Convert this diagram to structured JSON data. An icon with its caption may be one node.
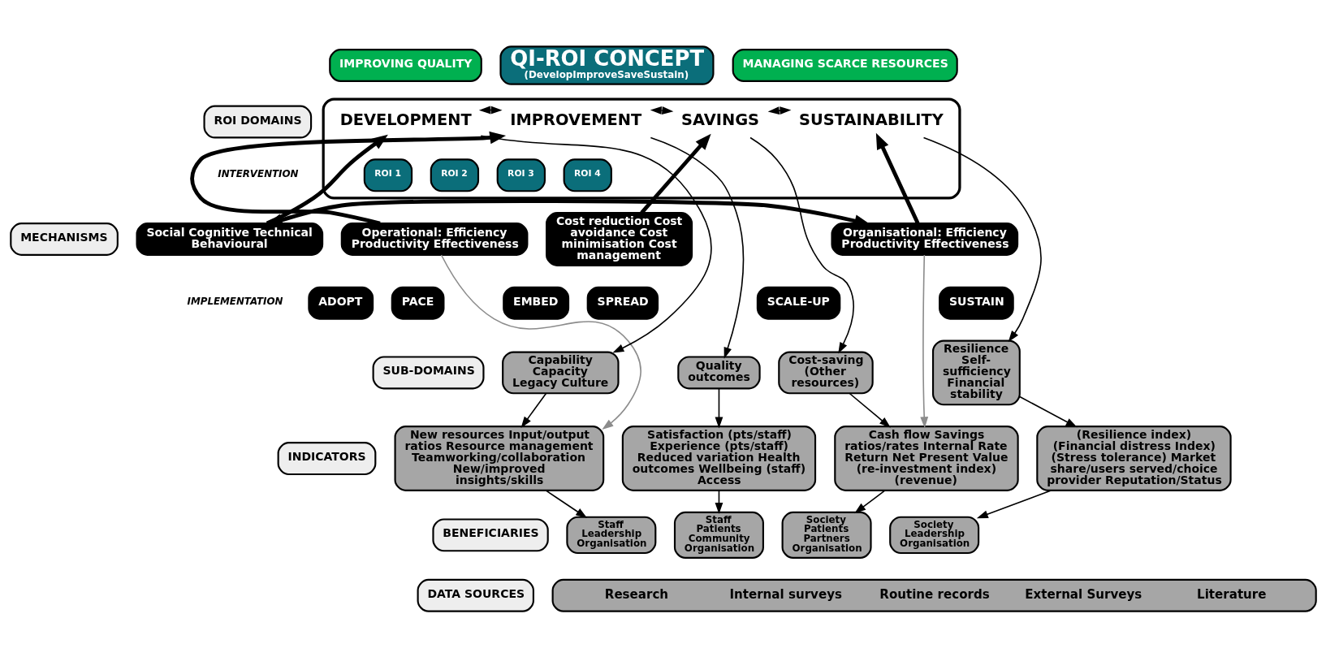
{
  "diagram": {
    "nodes": [
      {
        "text": [
          "QI-ROI CONCEPT",
          "(DevelopImproveSaveSustain)"
        ]
      },
      {
        "text": [
          "IMPROVING QUALITY"
        ]
      },
      {
        "text": [
          "MANAGING SCARCE RESOURCES"
        ]
      },
      {
        "text": [
          "ROI DOMAINS"
        ]
      },
      {
        "text": [
          "MECHANISMS"
        ]
      },
      {
        "text": [
          "SUB-DOMAINS"
        ]
      },
      {
        "text": [
          "INDICATORS"
        ]
      },
      {
        "text": [
          "BENEFICIARIES"
        ]
      },
      {
        "text": [
          "DATA SOURCES"
        ]
      },
      {
        "text": [],
        "shape": "box"
      },
      {
        "text": [
          "DEVELOPMENT"
        ],
        "in": 9
      },
      {
        "text": [
          "ROI 1"
        ],
        "in": 9
      },
      {
        "text": [
          "IMPROVEMENT"
        ],
        "in": 9
      },
      {
        "text": [
          "ROI 2"
        ],
        "in": 9
      },
      {
        "text": [
          "SAVINGS"
        ],
        "in": 9
      },
      {
        "text": [
          "ROI 3"
        ],
        "in": 9
      },
      {
        "text": [
          "SUSTAINABILITY"
        ],
        "in": 9
      },
      {
        "text": [
          "ROI 4"
        ],
        "in": 9
      },
      {
        "text": [
          "Social Cognitive Technical Behavioural"
        ]
      },
      {
        "text": [
          "Operational: Efficiency Productivity Effectiveness"
        ]
      },
      {
        "text": [
          "Cost reduction Cost avoidance Cost minimisation Cost management"
        ]
      },
      {
        "text": [
          "Organisational: Efficiency Productivity Effectiveness"
        ]
      },
      {
        "text": [
          "ADOPT"
        ]
      },
      {
        "text": [
          "PACE"
        ]
      },
      {
        "text": [
          "EMBED"
        ]
      },
      {
        "text": [
          "SPREAD"
        ]
      },
      {
        "text": [
          "SCALE-UP"
        ]
      },
      {
        "text": [
          "SUSTAIN"
        ]
      },
      {
        "text": [
          "Capability Capacity Legacy Culture"
        ]
      },
      {
        "text": [
          "Quality outcomes"
        ]
      },
      {
        "text": [
          "Cost-saving (Other resources)"
        ]
      },
      {
        "text": [
          "Resilience Self-sufficiency Financial stability"
        ]
      },
      {
        "text": [
          "New resources Input/output ratios Resource management Teamworking/collaboration New/improved insights/skills"
        ]
      },
      {
        "text": [
          "Satisfaction (pts/staff) Experience (pts/staff) Reduced variation Health outcomes Wellbeing (staff) Access"
        ]
      },
      {
        "text": [
          "Cash flow Savings ratios/rates Internal Rate Return Net Present Value (re-investment index) (revenue)"
        ]
      },
      {
        "text": [
          "(Resilience index) (Financial distress Index) (Stress tolerance) Market share/users served/choice provider Reputation/Status"
        ]
      },
      {
        "text": [
          "Staff Leadership Organisation"
        ]
      },
      {
        "text": [
          "Staff Patients Community Organisation"
        ]
      },
      {
        "text": [
          "Society Patients Partners Organisation"
        ]
      },
      {
        "text": [
          "Society Leadership Organisation"
        ]
      },
      {
        "text": [
          "Research",
          "Internal surveys",
          "Routine records",
          "External Surveys",
          "Literature"
        ]
      }
    ],
    "edges": [
      {
        "from": 10,
        "to": 12,
        "arrow": "both"
      },
      {
        "from": 12,
        "to": 14,
        "arrow": "both"
      },
      {
        "from": 14,
        "to": 16,
        "arrow": "both"
      },
      {
        "from": 18,
        "to": 10,
        "arrow": "to",
        "style": "thick"
      },
      {
        "from": 19,
        "to": 12,
        "arrow": "to",
        "style": "thick"
      },
      {
        "from": 20,
        "to": 14,
        "arrow": "to",
        "style": "thick"
      },
      {
        "from": 21,
        "to": 16,
        "arrow": "to",
        "style": "thick"
      },
      {
        "from": 18,
        "to": 21,
        "arrow": "both",
        "style": "thick"
      },
      {
        "from": 10,
        "to": 28,
        "arrow": "to"
      },
      {
        "from": 12,
        "to": 29,
        "arrow": "to"
      },
      {
        "from": 14,
        "to": 30,
        "arrow": "to"
      },
      {
        "from": 16,
        "to": 31,
        "arrow": "to"
      },
      {
        "from": 19,
        "to": 32,
        "arrow": "to",
        "color": "#8c8c8c"
      },
      {
        "from": 21,
        "to": 34,
        "arrow": "to",
        "color": "#8c8c8c"
      },
      {
        "from": 28,
        "to": 32,
        "arrow": "to"
      },
      {
        "from": 29,
        "to": 33,
        "arrow": "to"
      },
      {
        "from": 30,
        "to": 34,
        "arrow": "to"
      },
      {
        "from": 31,
        "to": 35,
        "arrow": "to"
      },
      {
        "from": 32,
        "to": 36,
        "arrow": "to"
      },
      {
        "from": 33,
        "to": 37,
        "arrow": "to"
      },
      {
        "from": 34,
        "to": 38,
        "arrow": "to"
      },
      {
        "from": 35,
        "to": 39,
        "arrow": "to"
      }
    ],
    "labels": [
      "INTERVENTION",
      "IMPLEMENTATION"
    ]
  }
}
